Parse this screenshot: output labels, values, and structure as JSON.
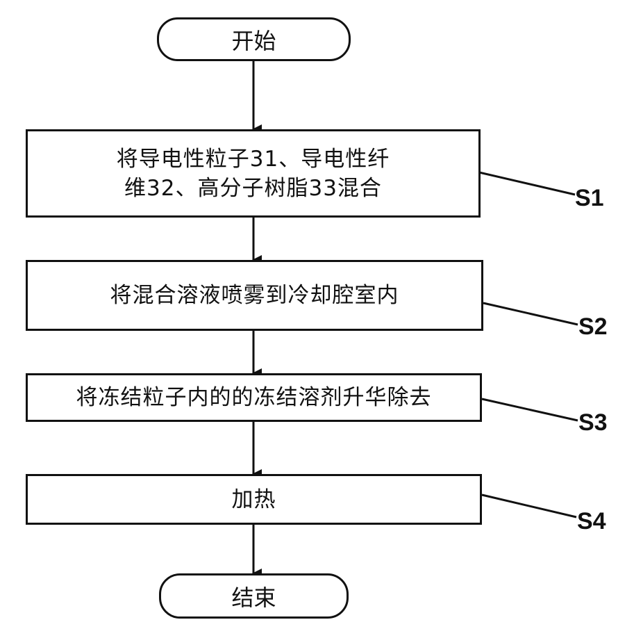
{
  "flowchart": {
    "start": "开始",
    "end": "结束",
    "steps": [
      {
        "id": "S1",
        "lines": [
          "将导电性粒子31、导电性纤",
          "维32、高分子树脂33混合"
        ]
      },
      {
        "id": "S2",
        "lines": [
          "将混合溶液喷雾到冷却腔室内"
        ]
      },
      {
        "id": "S3",
        "lines": [
          "将冻结粒子内的的冻结溶剂升华除去"
        ]
      },
      {
        "id": "S4",
        "lines": [
          "加热"
        ]
      }
    ]
  }
}
